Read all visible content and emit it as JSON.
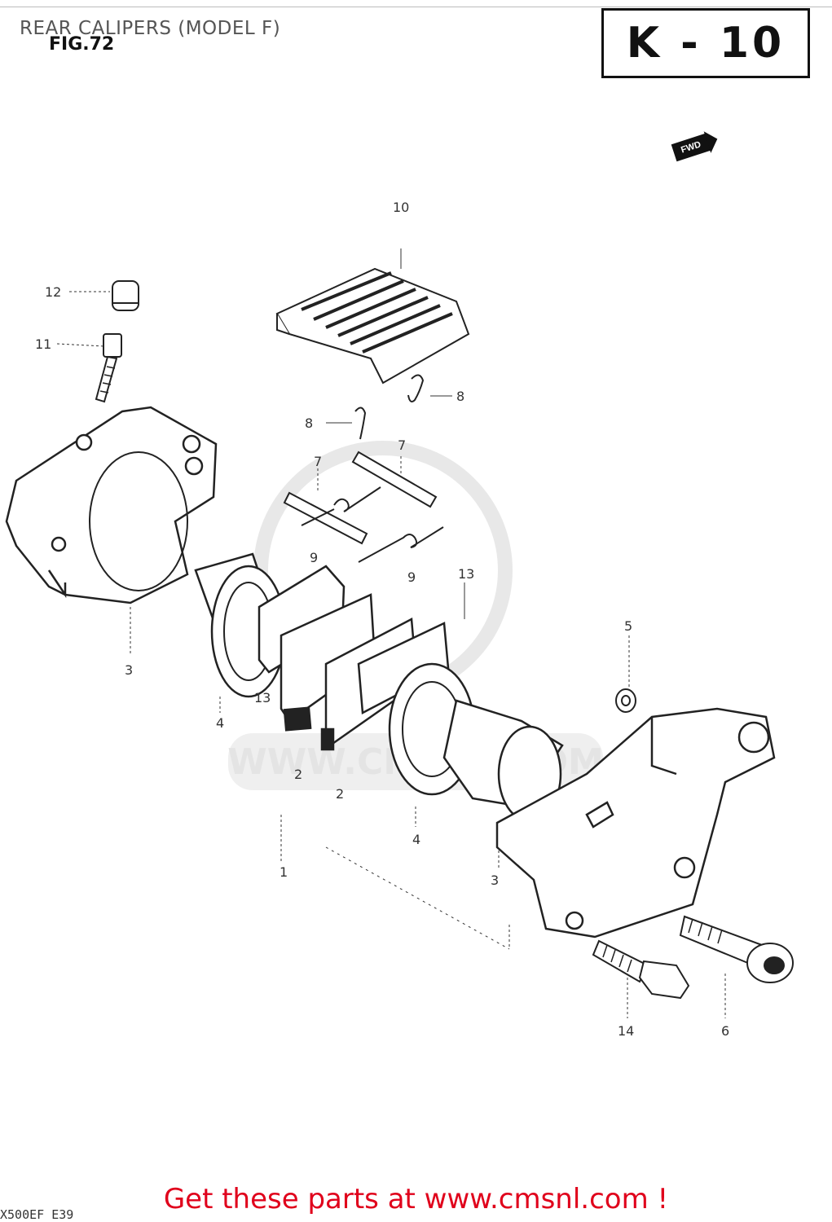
{
  "header": {
    "title": "REAR CALIPERS (MODEL F)",
    "figure": "FIG.72",
    "reference_code": "K - 10",
    "fwd_label": "FWD"
  },
  "callouts": [
    {
      "id": "c10",
      "text": "10"
    },
    {
      "id": "c12",
      "text": "12"
    },
    {
      "id": "c11",
      "text": "11"
    },
    {
      "id": "c8a",
      "text": "8"
    },
    {
      "id": "c8b",
      "text": "8"
    },
    {
      "id": "c7a",
      "text": "7"
    },
    {
      "id": "c7b",
      "text": "7"
    },
    {
      "id": "c9a",
      "text": "9"
    },
    {
      "id": "c9b",
      "text": "9"
    },
    {
      "id": "c13a",
      "text": "13"
    },
    {
      "id": "c13b",
      "text": "13"
    },
    {
      "id": "c3a",
      "text": "3"
    },
    {
      "id": "c3b",
      "text": "3"
    },
    {
      "id": "c4a",
      "text": "4"
    },
    {
      "id": "c4b",
      "text": "4"
    },
    {
      "id": "c5",
      "text": "5"
    },
    {
      "id": "c2a",
      "text": "2"
    },
    {
      "id": "c2b",
      "text": "2"
    },
    {
      "id": "c1",
      "text": "1"
    },
    {
      "id": "c14",
      "text": "14"
    },
    {
      "id": "c6",
      "text": "6"
    }
  ],
  "watermark": {
    "url_text": "WWW.CMSNL.COM"
  },
  "footer": {
    "link_text": "Get these parts at www.cmsnl.com !",
    "model_code": "X500EF E39"
  }
}
